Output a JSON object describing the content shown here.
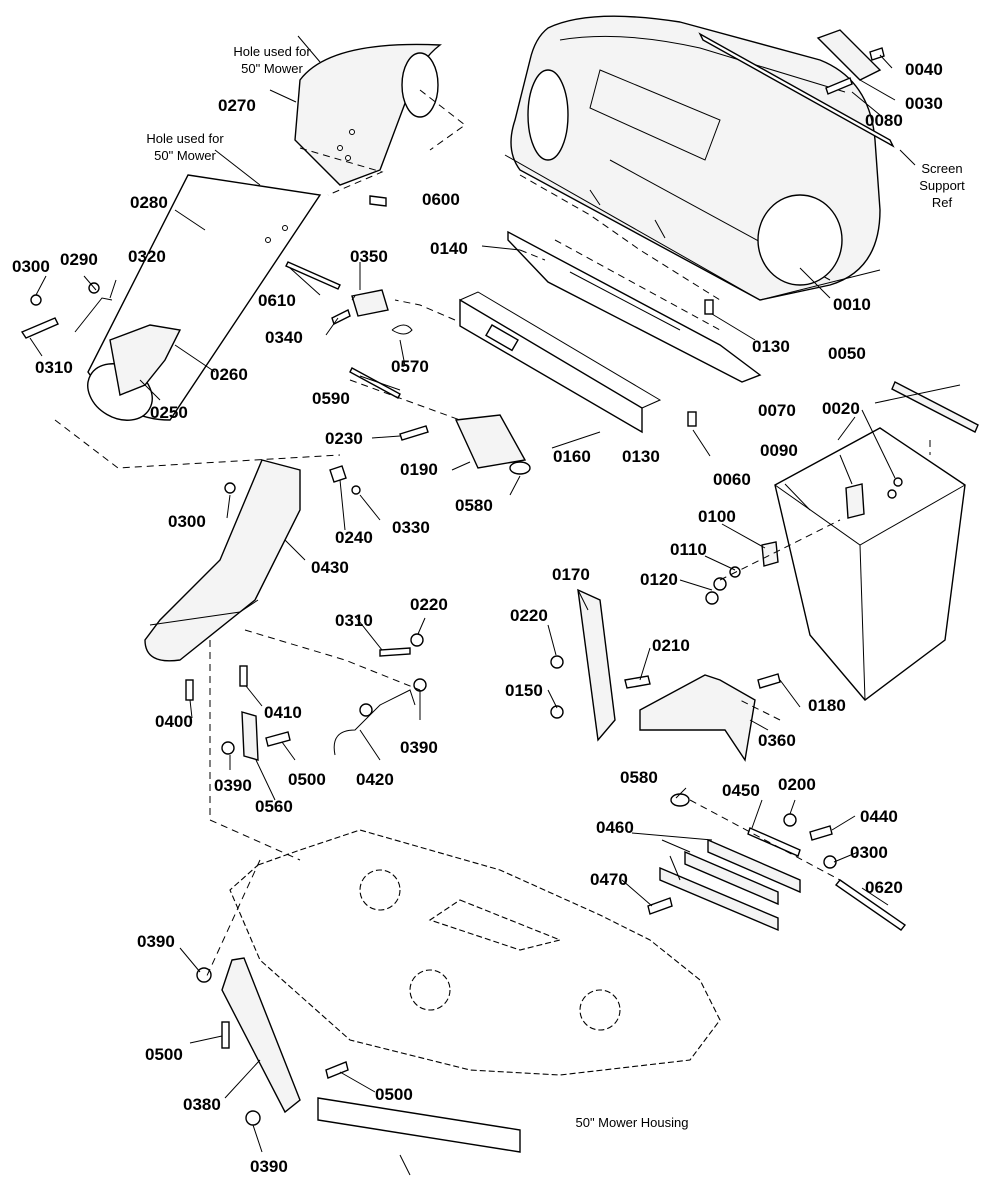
{
  "notes": {
    "hole_upper": [
      "Hole used for",
      "50\" Mower"
    ],
    "hole_lower": [
      "Hole used for",
      "50\" Mower"
    ],
    "screen_support": [
      "Screen",
      "Support",
      "Ref"
    ],
    "housing": "50\" Mower Housing"
  },
  "labels": {
    "p0010": "0010",
    "p0020": "0020",
    "p0030": "0030",
    "p0040": "0040",
    "p0050": "0050",
    "p0060": "0060",
    "p0070": "0070",
    "p0080": "0080",
    "p0090": "0090",
    "p0100": "0100",
    "p0110": "0110",
    "p0120": "0120",
    "p0130a": "0130",
    "p0130b": "0130",
    "p0140": "0140",
    "p0150": "0150",
    "p0160": "0160",
    "p0170": "0170",
    "p0180": "0180",
    "p0190": "0190",
    "p0200": "0200",
    "p0210": "0210",
    "p0220a": "0220",
    "p0220b": "0220",
    "p0230": "0230",
    "p0240": "0240",
    "p0250": "0250",
    "p0260": "0260",
    "p0270": "0270",
    "p0280": "0280",
    "p0290": "0290",
    "p0300a": "0300",
    "p0300b": "0300",
    "p0300c": "0300",
    "p0310a": "0310",
    "p0310b": "0310",
    "p0320": "0320",
    "p0330": "0330",
    "p0340": "0340",
    "p0350": "0350",
    "p0360": "0360",
    "p0380": "0380",
    "p0390a": "0390",
    "p0390b": "0390",
    "p0390c": "0390",
    "p0390d": "0390",
    "p0400": "0400",
    "p0410": "0410",
    "p0420": "0420",
    "p0430": "0430",
    "p0440": "0440",
    "p0450": "0450",
    "p0460": "0460",
    "p0470": "0470",
    "p0500a": "0500",
    "p0500b": "0500",
    "p0500c": "0500",
    "p0560": "0560",
    "p0570": "0570",
    "p0580a": "0580",
    "p0580b": "0580",
    "p0590": "0590",
    "p0600": "0600",
    "p0610": "0610",
    "p0620": "0620"
  }
}
